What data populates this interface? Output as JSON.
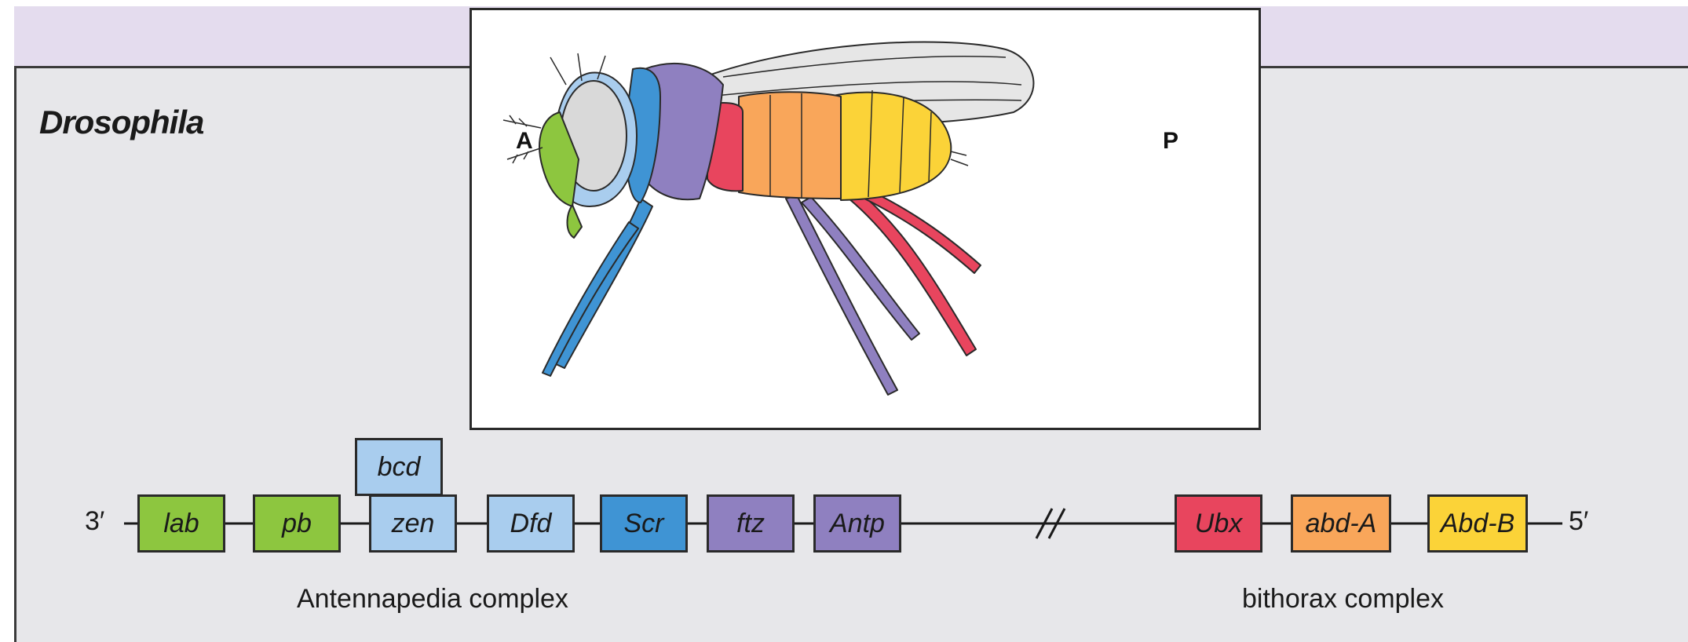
{
  "species": "Drosophila",
  "axis": {
    "anterior": "A",
    "posterior": "P"
  },
  "ends": {
    "left": "3′",
    "right": "5′"
  },
  "genes": [
    {
      "id": "lab",
      "label": "lab",
      "color": "#8dc63f"
    },
    {
      "id": "pb",
      "label": "pb",
      "color": "#8dc63f"
    },
    {
      "id": "bcd",
      "label": "bcd",
      "color": "#a9cdee"
    },
    {
      "id": "zen",
      "label": "zen",
      "color": "#a9cdee"
    },
    {
      "id": "dfd",
      "label": "Dfd",
      "color": "#a9cdee"
    },
    {
      "id": "scr",
      "label": "Scr",
      "color": "#3f94d4"
    },
    {
      "id": "ftz",
      "label": "ftz",
      "color": "#8f80c0"
    },
    {
      "id": "antp",
      "label": "Antp",
      "color": "#8f80c0"
    },
    {
      "id": "ubx",
      "label": "Ubx",
      "color": "#e8455e"
    },
    {
      "id": "abd-a",
      "label": "abd-A",
      "color": "#f9a65a"
    },
    {
      "id": "abd-b",
      "label": "Abd-B",
      "color": "#fbd338"
    }
  ],
  "complexes": {
    "antennapedia": "Antennapedia complex",
    "bithorax": "bithorax complex"
  },
  "colors": {
    "panel_bg": "#e7e7ea",
    "top_band": "#e4dcee",
    "head_green": "#8dc63f",
    "light_blue": "#a9cdee",
    "blue": "#3f94d4",
    "purple": "#8f80c0",
    "red": "#e8455e",
    "orange": "#f9a65a",
    "yellow": "#fbd338"
  }
}
